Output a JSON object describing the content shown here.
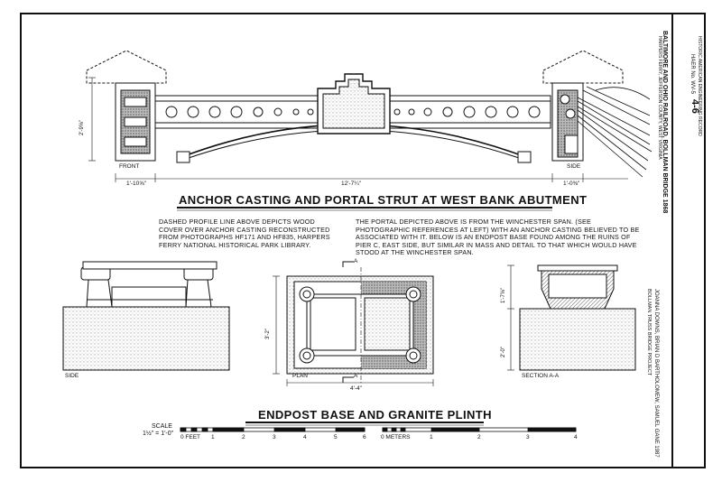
{
  "sheet": {
    "main_title": "ANCHOR CASTING AND PORTAL STRUT AT WEST BANK ABUTMENT",
    "bottom_title": "ENDPOST BASE AND GRANITE PLINTH",
    "note_left": "DASHED PROFILE LINE ABOVE DEPICTS WOOD COVER OVER ANCHOR CASTING RECONSTRUCTED FROM PHOTOGRAPHS HF171 AND HF835, HARPERS FERRY NATIONAL HISTORICAL PARK LIBRARY.",
    "note_right": "THE PORTAL DEPICTED ABOVE IS FROM THE WINCHESTER SPAN. (SEE PHOTOGRAPHIC REFERENCES AT LEFT) WITH AN ANCHOR CASTING BELIEVED TO BE ASSOCIATED WITH IT. BELOW IS AN ENDPOST BASE FOUND AMONG THE RUINS OF PIER C, EAST SIDE, BUT SIMILAR IN MASS AND DETAIL TO THAT WHICH WOULD HAVE STOOD AT THE WINCHESTER SPAN."
  },
  "labels": {
    "front": "FRONT",
    "side_top": "SIDE",
    "side": "SIDE",
    "plan": "PLAN",
    "section": "SECTION A-A",
    "section_mark": "A"
  },
  "dimensions": {
    "height_left": "2'-9⅝\"",
    "front_width": "1'-10⅝\"",
    "span": "12'-7¼\"",
    "side_width": "1'-0⅜\"",
    "plan_height": "3'-2\"",
    "plan_width": "4'-4\"",
    "section_upper": "1'-7⅝\"",
    "section_lower": "2'-0\""
  },
  "scale": {
    "label": "SCALE",
    "ratio": "1½\" = 1'-0\"",
    "feet_label": "0 FEET",
    "feet_ticks": [
      "1",
      "2",
      "3",
      "4",
      "5",
      "6"
    ],
    "meters_label": "0 METERS",
    "meter_ticks": [
      "1",
      "2",
      "3",
      "4"
    ]
  },
  "title_block": {
    "delineator": "JOANNA DOWNS, BRIAN D BARTHOLOMEW, SAMUEL GANE 1987",
    "project": "BOLLMAN TRUSS BRIDGE PROJECT",
    "structure": "BALTIMORE AND OHIO RAILROAD, BOLLMAN BRIDGE 1868",
    "location": "HARPERS FERRY, JEFFERSON COUNTY, WEST VIRGINIA",
    "survey_no": "HAER No. WV-5",
    "sheet_no": "4-6",
    "agency": "HISTORIC AMERICAN ENGINEERING RECORD"
  }
}
